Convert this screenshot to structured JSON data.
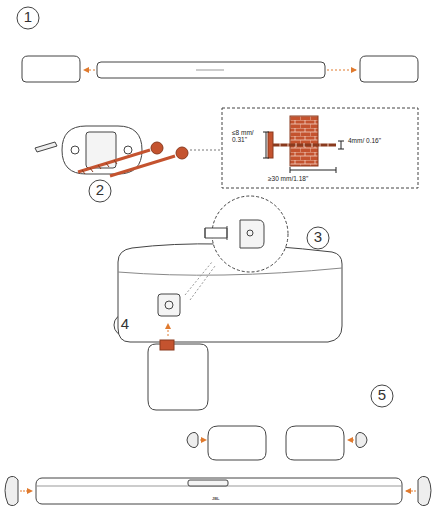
{
  "diagram": {
    "labels": [
      "1",
      "≤8 mm/ 0.31\"",
      "4mm/ 0.16\"",
      "≥30 mm/1.18\"",
      "2",
      "3",
      "4",
      "5",
      "JBL"
    ]
  }
}
